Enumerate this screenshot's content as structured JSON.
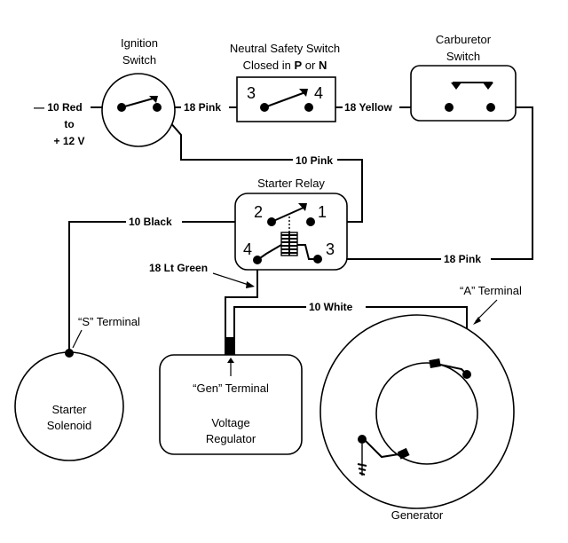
{
  "components": {
    "ignition_switch": {
      "title_line1": "Ignition",
      "title_line2": "Switch"
    },
    "neutral_safety_switch": {
      "title_line1": "Neutral Safety Switch",
      "title_line2_prefix": "Closed in ",
      "title_line2_p": "P",
      "title_line2_or": " or ",
      "title_line2_n": "N",
      "terminal_left": "3",
      "terminal_right": "4"
    },
    "carburetor_switch": {
      "title_line1": "Carburetor",
      "title_line2": "Switch"
    },
    "starter_relay": {
      "title": "Starter Relay",
      "terminal_1": "1",
      "terminal_2": "2",
      "terminal_3": "3",
      "terminal_4": "4"
    },
    "starter_solenoid": {
      "label_line1": "Starter",
      "label_line2": "Solenoid",
      "terminal": "“S” Terminal"
    },
    "voltage_regulator": {
      "terminal": "“Gen” Terminal",
      "label_line1": "Voltage",
      "label_line2": "Regulator"
    },
    "generator": {
      "label": "Generator",
      "terminal": "“A” Terminal"
    }
  },
  "wires": {
    "battery_feed_line1": "— 10 Red",
    "battery_feed_line2": "to",
    "battery_feed_line3": "+ 12 V",
    "ign_to_nss": "18 Pink",
    "nss_to_carb": "18 Yellow",
    "ign_to_relay": "10 Pink",
    "relay_to_solenoid": "10 Black",
    "relay_to_regulator": "18 Lt Green",
    "regulator_to_generator": "10 White",
    "carb_to_relay": "18 Pink"
  }
}
